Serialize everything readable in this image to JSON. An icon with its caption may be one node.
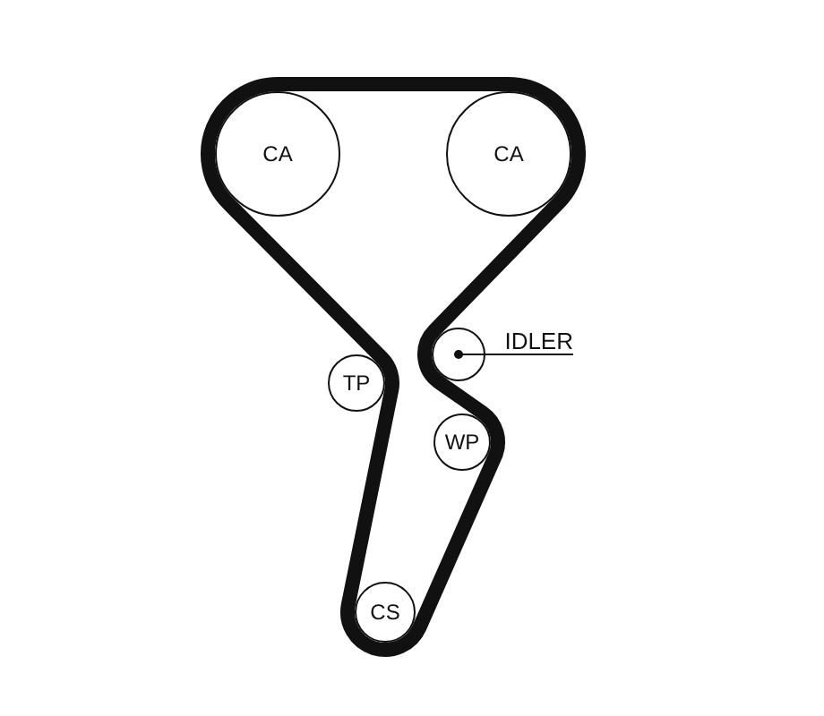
{
  "diagram": {
    "nodes": [
      {
        "text": [
          "CA"
        ]
      },
      {
        "text": [
          "CA"
        ]
      },
      {
        "text": [],
        "shape": "circle"
      },
      {
        "text": [
          "IDLER"
        ]
      },
      {
        "text": [
          "TP"
        ]
      },
      {
        "text": [
          "WP"
        ]
      },
      {
        "text": [
          "CS"
        ]
      }
    ],
    "edges": [
      {
        "from": 3,
        "to": 2,
        "arrow": "other"
      }
    ]
  }
}
